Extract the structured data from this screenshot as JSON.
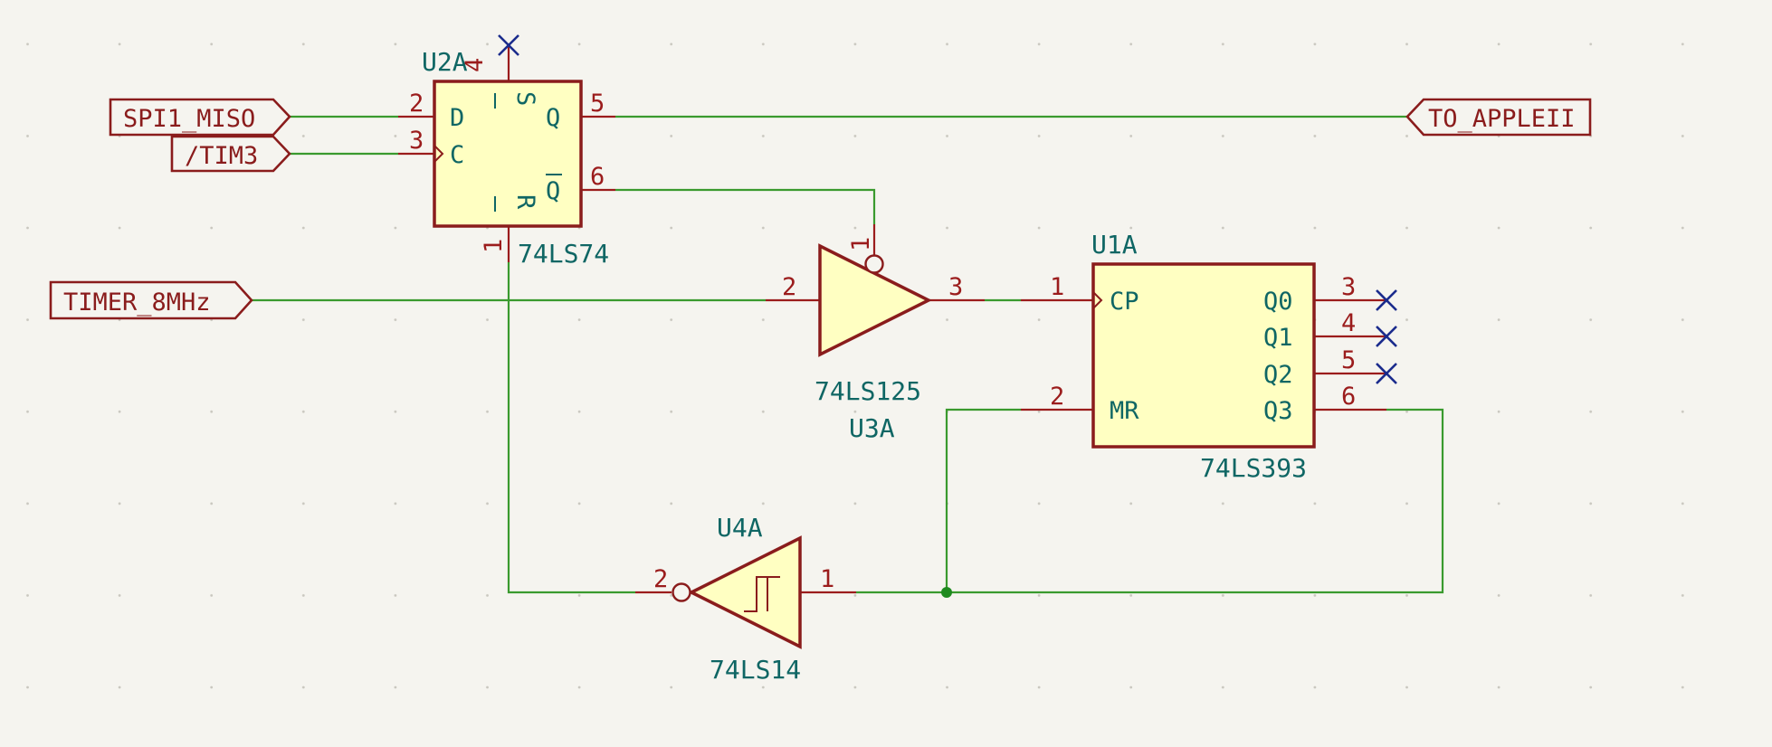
{
  "labels": {
    "spi1_miso": "SPI1_MISO",
    "tim3": "/TIM3",
    "timer_8mhz": "TIMER_8MHz",
    "to_appleii": "TO_APPLEII"
  },
  "components": {
    "u2a": {
      "ref": "U2A",
      "value": "74LS74",
      "pins": {
        "d": "D",
        "c": "C",
        "q": "Q",
        "qbar": "Q",
        "s": "S",
        "r": "R"
      },
      "pin_numbers": {
        "d": "2",
        "c": "3",
        "q": "5",
        "qbar": "6",
        "s": "4",
        "r": "1"
      }
    },
    "u3a": {
      "ref": "U3A",
      "value": "74LS125",
      "pin_numbers": {
        "in": "2",
        "out": "3",
        "oe": "1"
      }
    },
    "u1a": {
      "ref": "U1A",
      "value": "74LS393",
      "pins": {
        "cp": "CP",
        "mr": "MR",
        "q0": "Q0",
        "q1": "Q1",
        "q2": "Q2",
        "q3": "Q3"
      },
      "pin_numbers": {
        "cp": "1",
        "mr": "2",
        "q0": "3",
        "q1": "4",
        "q2": "5",
        "q3": "6"
      }
    },
    "u4a": {
      "ref": "U4A",
      "value": "74LS14",
      "pin_numbers": {
        "in": "2",
        "out": "1"
      }
    }
  },
  "colors": {
    "background": "#f5f4ef",
    "wire": "#3a9a2e",
    "component_outline": "#8a1c1c",
    "component_fill": "#ffffc2",
    "pin_text": "#9b1c1c",
    "name_text": "#0f6664",
    "no_connect": "#1a2b8c"
  }
}
